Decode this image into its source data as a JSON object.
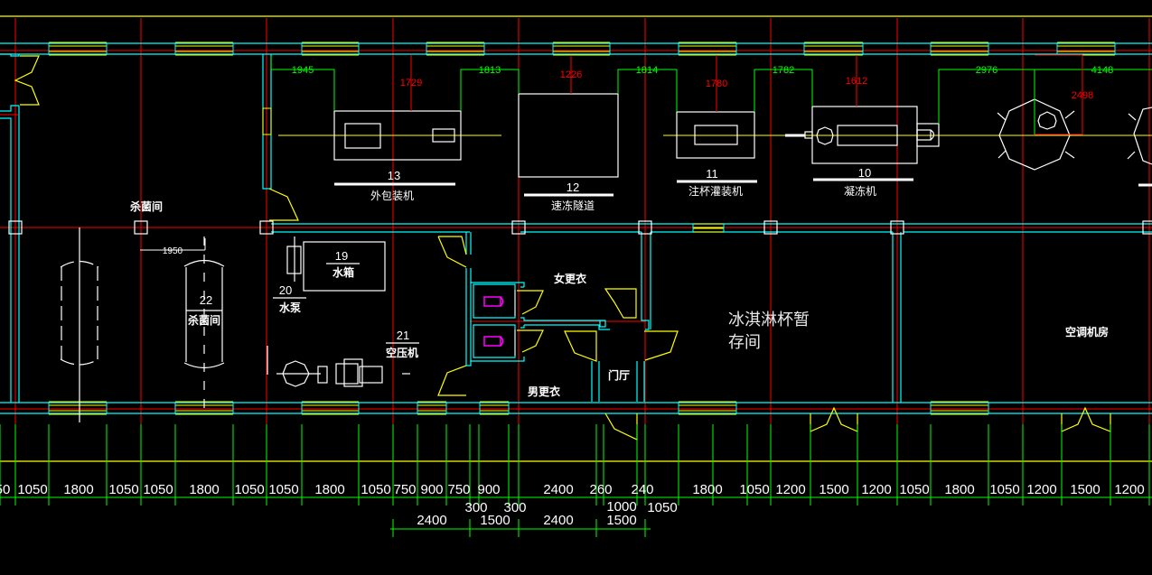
{
  "drawing": {
    "colors": {
      "background": "#000000",
      "axis": "#ff0000",
      "wall": "#00ffff",
      "window": "#ffff00",
      "dimension": "#00ff00",
      "clearance": "#ff0000",
      "equipment": "#ffffff",
      "sink": "#ff00ff"
    },
    "equipment": [
      {
        "id": "eq13",
        "number": "13",
        "name": "外包装机"
      },
      {
        "id": "eq12",
        "number": "12",
        "name": "速冻隧道"
      },
      {
        "id": "eq11",
        "number": "11",
        "name": "注杯灌装机"
      },
      {
        "id": "eq10",
        "number": "10",
        "name": "凝冻机"
      },
      {
        "id": "eq19",
        "number": "19",
        "name": "水箱"
      },
      {
        "id": "eq20",
        "number": "20",
        "name": "水泵"
      },
      {
        "id": "eq21",
        "number": "21",
        "name": "空压机"
      },
      {
        "id": "eq22",
        "number": "22",
        "name": "杀菌间"
      }
    ],
    "rooms": {
      "sterilization": "杀菌间",
      "female_changing": "女更衣",
      "male_changing": "男更衣",
      "vestibule": "门厅",
      "storage_line1": "冰淇淋杯暂",
      "storage_line2": "存间",
      "ac_room": "空调机房"
    },
    "equipment_spacing_dims": [
      "1945",
      "1813",
      "1814",
      "1782",
      "2976",
      "4148"
    ],
    "clearance_dims": [
      "1729",
      "1226",
      "1780",
      "1612",
      "2498"
    ],
    "tank_spacing_dim": "1950",
    "bottom_dims_row1": [
      "50",
      "1050",
      "1800",
      "1050",
      "1050",
      "1800",
      "1050",
      "1050",
      "1800",
      "1050",
      "750",
      "900",
      "750",
      "900",
      "2400",
      "260",
      "240",
      "1800",
      "1050",
      "1200",
      "1500",
      "1200",
      "1050",
      "1800",
      "1050",
      "1200",
      "1500",
      "1200"
    ],
    "bottom_dims_row1b": [
      "300",
      "300",
      "1000",
      "1050"
    ],
    "bottom_dims_row2": [
      "2400",
      "1500",
      "2400",
      "1500"
    ]
  }
}
